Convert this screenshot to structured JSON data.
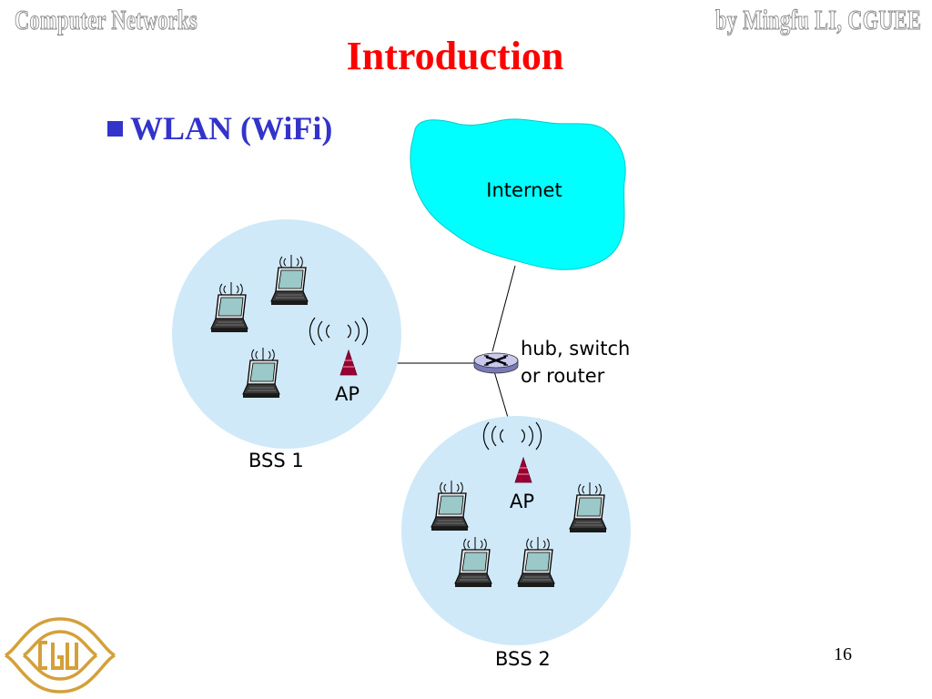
{
  "header": {
    "course": "Computer Networks",
    "author": "by Mingfu LI, CGUEE"
  },
  "slide": {
    "title": "Introduction",
    "bullet": "WLAN (WiFi)",
    "page_number": "16"
  },
  "diagram": {
    "internet_label": "Internet",
    "hub_label_line1": "hub, switch",
    "hub_label_line2": "or router",
    "bss1": {
      "label": "BSS 1",
      "ap_label": "AP"
    },
    "bss2": {
      "label": "BSS 2",
      "ap_label": "AP"
    }
  },
  "logo": {
    "text": "CGU"
  },
  "colors": {
    "title": "#ff0000",
    "bullet": "#3333cc",
    "cloud": "#00ffff",
    "bss_circle": "#cfe9f9",
    "antenna": "#990033",
    "logo": "#d4a03a"
  }
}
